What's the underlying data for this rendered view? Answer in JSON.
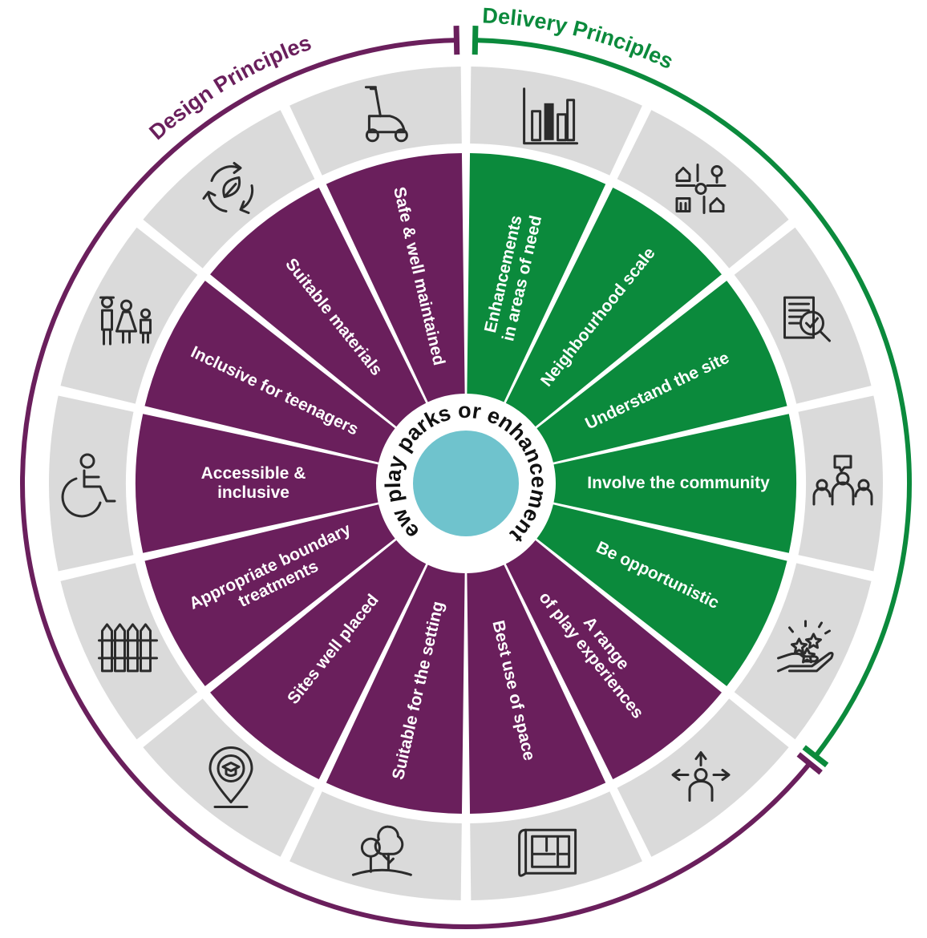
{
  "center": {
    "label": "New play parks or enhancements",
    "color": "#6fc3cd"
  },
  "arcs": {
    "design": {
      "label": "Design Principles",
      "color": "#6a1f5c"
    },
    "delivery": {
      "label": "Delivery Principles",
      "color": "#0b8a3c"
    }
  },
  "colors": {
    "design": "#6a1f5c",
    "delivery": "#0b8a3c",
    "icon_ring": "#dadada",
    "icon_stroke": "#2b2b2b"
  },
  "segments": [
    {
      "group": "delivery",
      "lines": [
        "Enhancements",
        "in areas of need"
      ],
      "icon": "bar-chart-icon"
    },
    {
      "group": "delivery",
      "lines": [
        "Neighbourhood scale"
      ],
      "icon": "neighbourhood-map-icon"
    },
    {
      "group": "delivery",
      "lines": [
        "Understand the site"
      ],
      "icon": "document-search-icon"
    },
    {
      "group": "delivery",
      "lines": [
        "Involve the community"
      ],
      "icon": "community-icon"
    },
    {
      "group": "delivery",
      "lines": [
        "Be opportunistic"
      ],
      "icon": "hand-stars-icon"
    },
    {
      "group": "design",
      "lines": [
        "A range",
        "of play experiences"
      ],
      "icon": "person-arrows-icon"
    },
    {
      "group": "design",
      "lines": [
        "Best use of space"
      ],
      "icon": "floor-plan-icon"
    },
    {
      "group": "design",
      "lines": [
        "Suitable for the setting"
      ],
      "icon": "trees-icon"
    },
    {
      "group": "design",
      "lines": [
        "Sites well placed"
      ],
      "icon": "location-pin-icon"
    },
    {
      "group": "design",
      "lines": [
        "Appropriate boundary",
        "treatments"
      ],
      "icon": "fence-icon"
    },
    {
      "group": "design",
      "lines": [
        "Accessible &",
        "inclusive"
      ],
      "icon": "wheelchair-icon"
    },
    {
      "group": "design",
      "lines": [
        "Inclusive for teenagers"
      ],
      "icon": "children-icon"
    },
    {
      "group": "design",
      "lines": [
        "Suitable materials"
      ],
      "icon": "recycle-leaf-icon"
    },
    {
      "group": "design",
      "lines": [
        "Safe & well maintained"
      ],
      "icon": "lawnmower-icon"
    }
  ]
}
